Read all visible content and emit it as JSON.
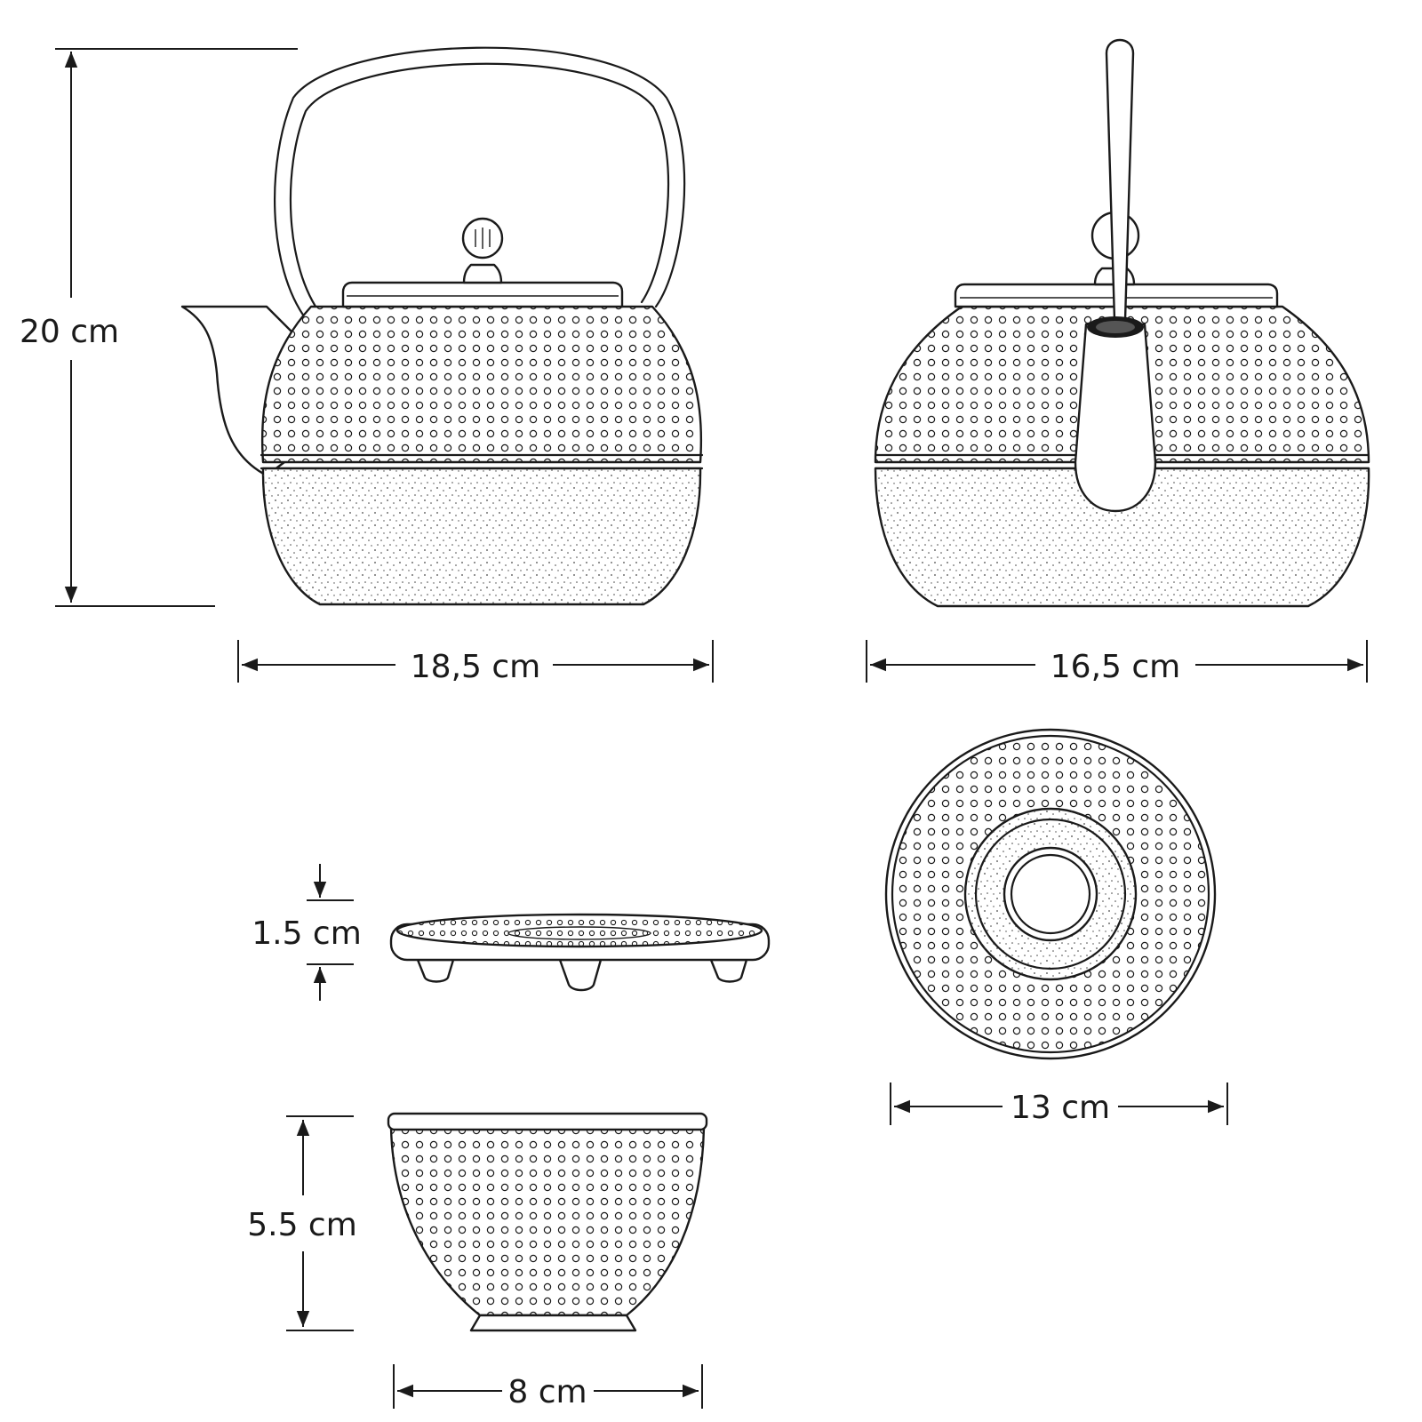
{
  "dimensions": {
    "teapot_height": "20 cm",
    "teapot_width_side": "18,5 cm",
    "teapot_width_front": "16,5 cm",
    "trivet_height": "1.5 cm",
    "trivet_diameter": "13 cm",
    "cup_height": "5.5 cm",
    "cup_diameter": "8 cm"
  }
}
